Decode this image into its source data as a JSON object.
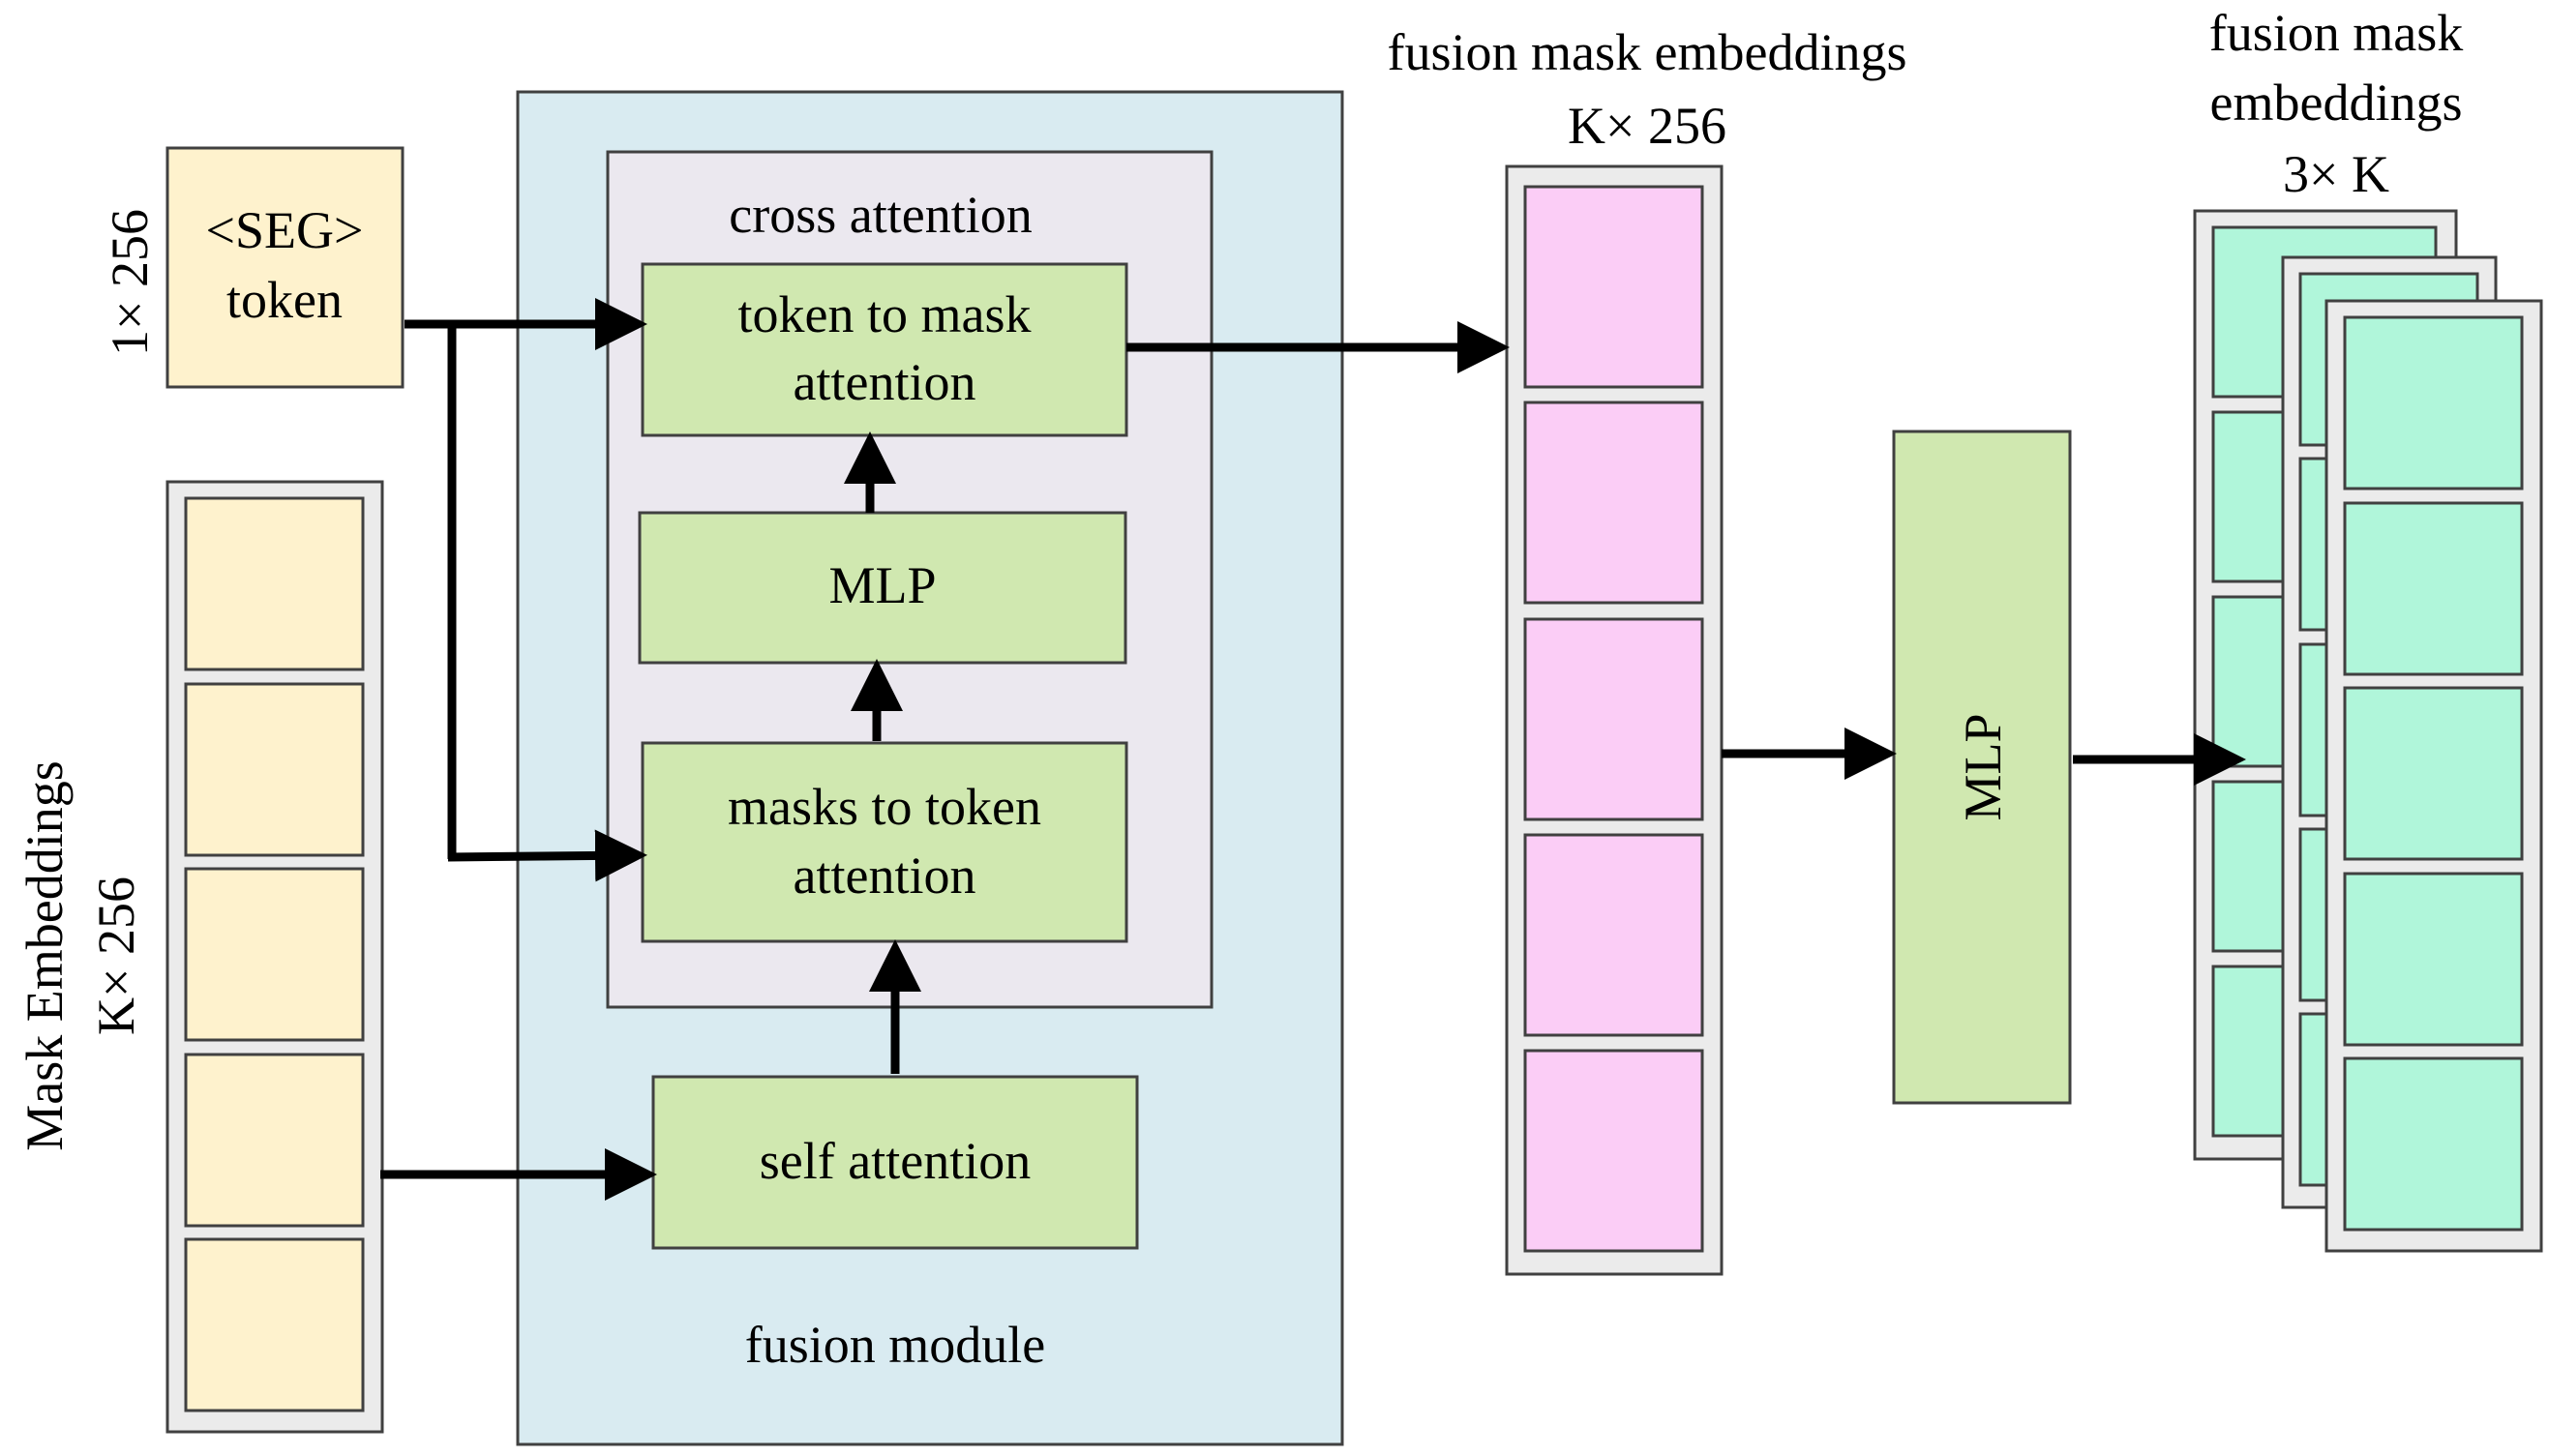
{
  "colors": {
    "fusion_module_bg": "#d9ebf1",
    "cross_attention_bg": "#ebe8ef",
    "block_green": "#d0e8b0",
    "cell_yellow": "#fef2cd",
    "cell_pink": "#fbcdf6",
    "cell_teal": "#b0f6da",
    "outer_gray": "#ebebeb",
    "stroke": "#404040",
    "arrow": "#000000"
  },
  "labels": {
    "seg_dim": "1× 256",
    "seg_token_line1": "<SEG>",
    "seg_token_line2": "token",
    "mask_embeddings_title": "Mask Embeddings",
    "mask_embeddings_dim": "K× 256",
    "cross_attention": "cross attention",
    "token_to_mask_line1": "token to mask",
    "token_to_mask_line2": "attention",
    "mlp_inner": "MLP",
    "masks_to_token_line1": "masks to token",
    "masks_to_token_line2": "attention",
    "self_attention": "self attention",
    "fusion_module": "fusion module",
    "fusion_embeddings_title": "fusion mask embeddings",
    "fusion_embeddings_dim": "K× 256",
    "mlp_outer": "MLP",
    "output_title_line1": "fusion mask",
    "output_title_line2": "embeddings",
    "output_dim": "3× K"
  }
}
